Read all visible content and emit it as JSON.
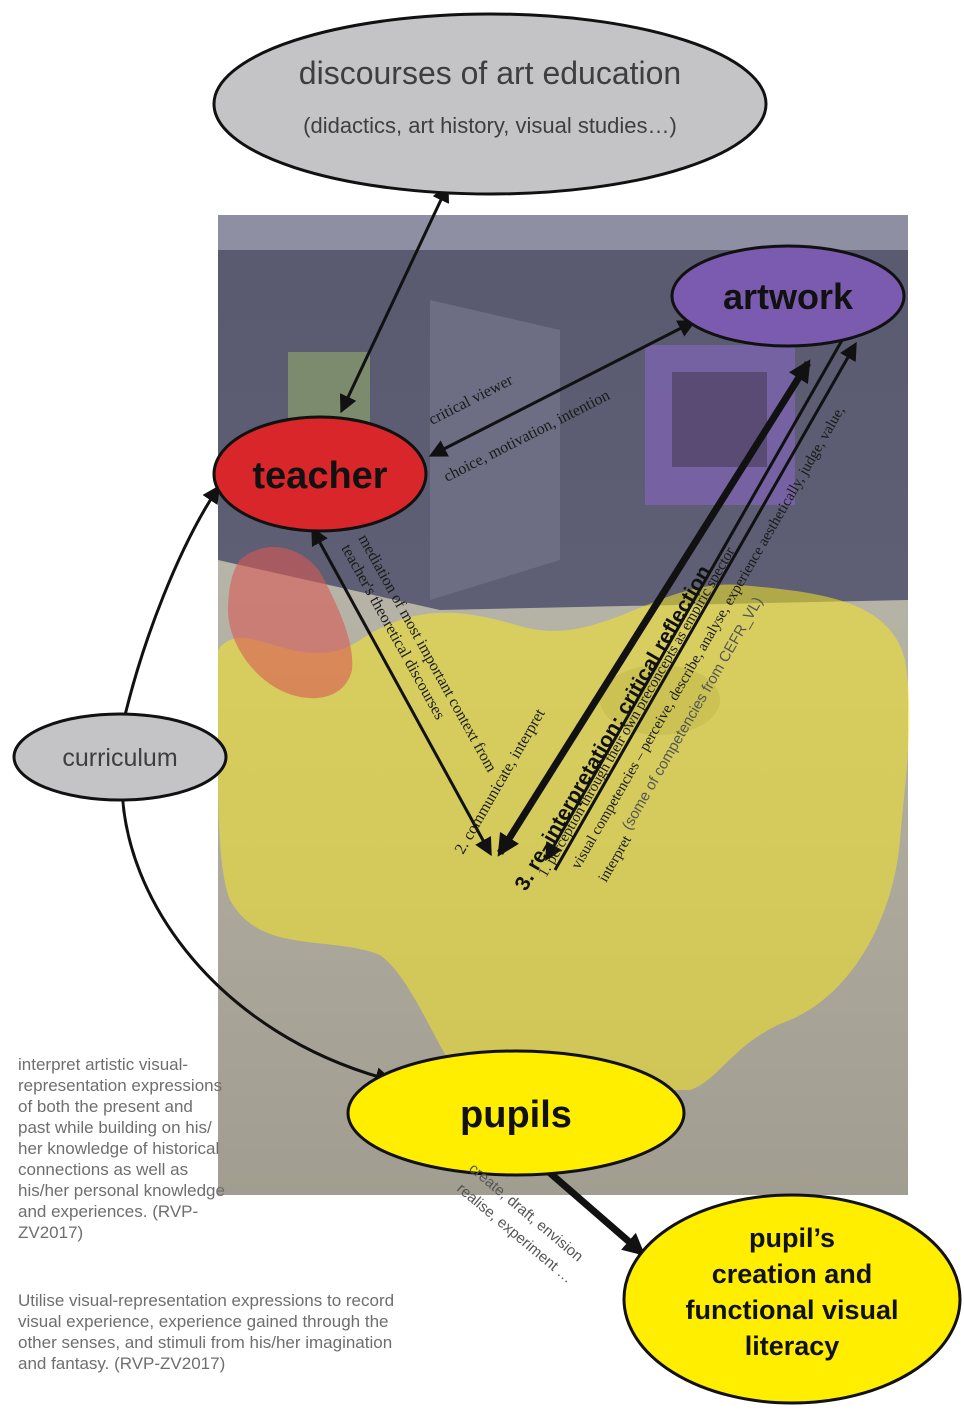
{
  "nodes": {
    "discourses_title": "discourses of art education",
    "discourses_sub": "(didactics, art history, visual studies…)",
    "artwork": "artwork",
    "teacher": "teacher",
    "curriculum": "curriculum",
    "pupils": "pupils",
    "creation_line1": "pupil’s",
    "creation_line2": "creation and",
    "creation_line3": "functional visual",
    "creation_line4": "literacy"
  },
  "edges": {
    "teacher_artwork_top": "critical viewer",
    "teacher_artwork_bottom": "choice, motivation, intention",
    "mediation_line1": "mediation of most important context from",
    "mediation_line2": "teacher's theoretical discourses",
    "communicate": "2. communicate, interpret",
    "reinterpretation": "3. re–interpretation; critical reflection",
    "perception": "1. perception through their own preconcepts as empiric spector",
    "competencies_prefix": "visual competencies – perceive, describe, analyse, experience aesthetically, judge, value,",
    "interpret_word": "interpret",
    "competencies_source": "(some of competencies from CEFR_VL)",
    "create_line1": "create, draft, envision",
    "create_line2": "realise, experiment …"
  },
  "notes": {
    "note_1": "interpret artistic visual-representation expressions of both the present and past while building on his/ her knowledge of historical connections as well as his/her personal knowledge and experiences. (RVP-ZV2017)",
    "note_2": "Utilise visual-representation expressions to record visual experience, experience gained through the other senses, and stimuli from his/her imagination and fantasy. (RVP-ZV2017)"
  },
  "colors": {
    "discourses": "#c4c4c6",
    "curriculum": "#c4c4c6",
    "artwork": "#7b5bb0",
    "teacher": "#d8262a",
    "pupils": "#ffee00",
    "creation": "#ffee00",
    "photo_wall": "#5d5e74",
    "photo_floor": "#adaa9c",
    "highlight": "#f4e526",
    "label": "#1a1a1a",
    "note_text": "#6e6e6e"
  }
}
